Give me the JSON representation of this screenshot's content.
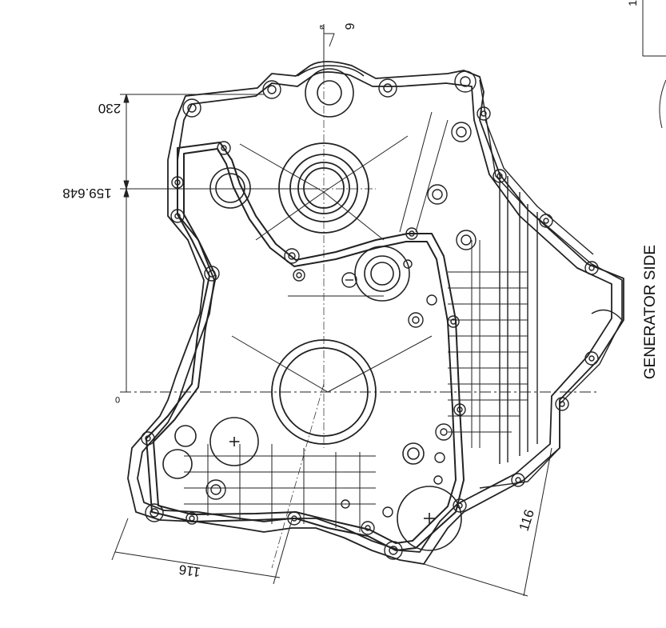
{
  "dimensions": {
    "height_top": "230",
    "height_bore": "159.648",
    "origin": "0",
    "offset_left": "116",
    "offset_right": "116",
    "hole_callout": "6",
    "hole_prefix": "ø",
    "corner_mark": "1"
  },
  "side_label": "GENERATOR SIDE",
  "colors": {
    "line": "#222222",
    "background": "#ffffff"
  }
}
